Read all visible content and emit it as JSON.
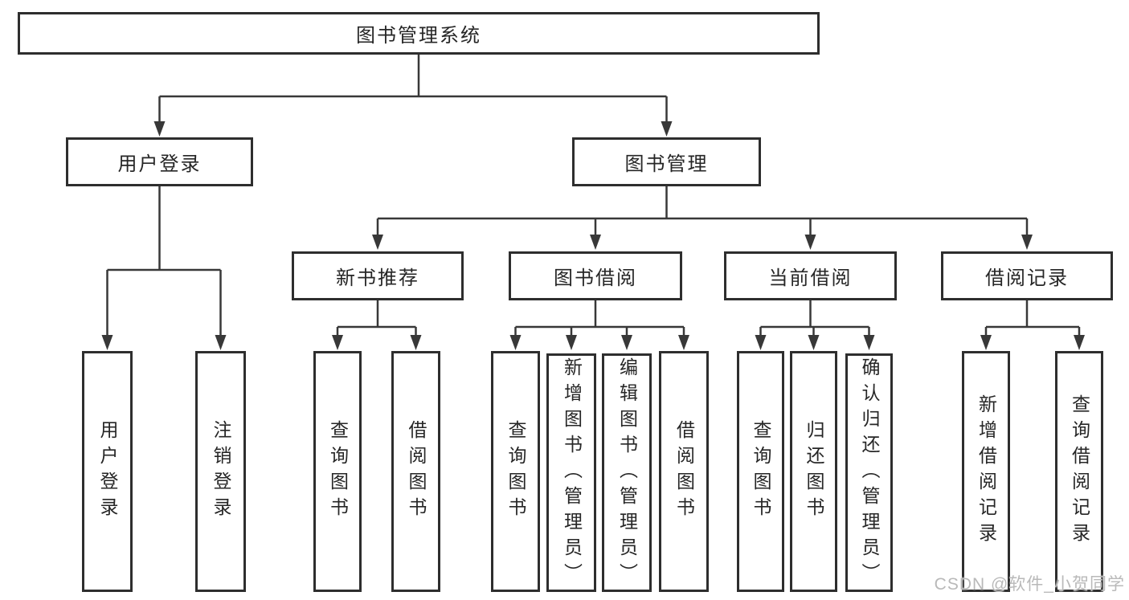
{
  "tree": {
    "label": "图书管理系统",
    "children": [
      {
        "label": "用户登录",
        "children": [
          {
            "label": "用户登录"
          },
          {
            "label": "注销登录"
          }
        ]
      },
      {
        "label": "图书管理",
        "children": [
          {
            "label": "新书推荐",
            "children": [
              {
                "label": "查询图书"
              },
              {
                "label": "借阅图书"
              }
            ]
          },
          {
            "label": "图书借阅",
            "children": [
              {
                "label": "查询图书"
              },
              {
                "label": "新增图书（管理员）"
              },
              {
                "label": "编辑图书（管理员）"
              },
              {
                "label": "借阅图书"
              }
            ]
          },
          {
            "label": "当前借阅",
            "children": [
              {
                "label": "查询图书"
              },
              {
                "label": "归还图书"
              },
              {
                "label": "确认归还（管理员）"
              }
            ]
          },
          {
            "label": "借阅记录",
            "children": [
              {
                "label": "新增借阅记录"
              },
              {
                "label": "查询借阅记录"
              }
            ]
          }
        ]
      }
    ]
  },
  "watermark": {
    "text": "CSDN @软件_小贺同学"
  },
  "colors": {
    "line": "#383838",
    "box_border": "#2e2e2e",
    "text": "#262626",
    "watermark": "#b9b9b9",
    "background": "#ffffff"
  }
}
